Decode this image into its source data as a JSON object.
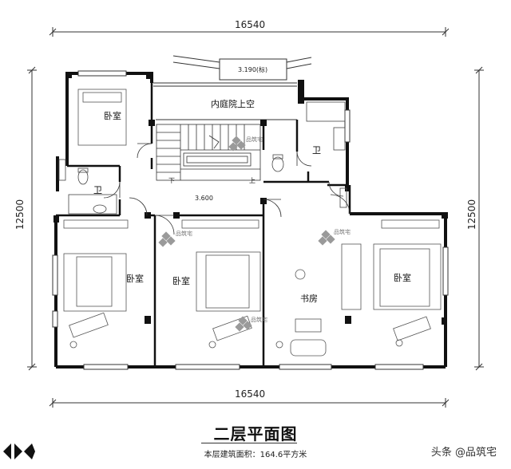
{
  "dimensions": {
    "top_width": "16540",
    "bottom_width": "16540",
    "left_height": "12500",
    "right_height": "12500"
  },
  "rooms": {
    "bedroom_top_left": "卧室",
    "courtyard_void": "内庭院上空",
    "bath_right": "卫",
    "bath_left": "卫",
    "bedroom_left": "卧室",
    "bedroom_middle": "卧室",
    "study": "书房",
    "bedroom_right": "卧室"
  },
  "stair": {
    "down_label": "下",
    "up_label": "上"
  },
  "elevations": {
    "balcony": "3.190",
    "balcony_note": "(标)",
    "hall": "3.600"
  },
  "watermark": "品筑宅",
  "title": "二层平面图",
  "subtitle": "本层建筑面积：164.6平方米",
  "credit": "头条 @品筑宅",
  "colors": {
    "wall": "#111111",
    "line": "#333333",
    "furniture": "#555555",
    "logo": "#9a9a9a"
  }
}
